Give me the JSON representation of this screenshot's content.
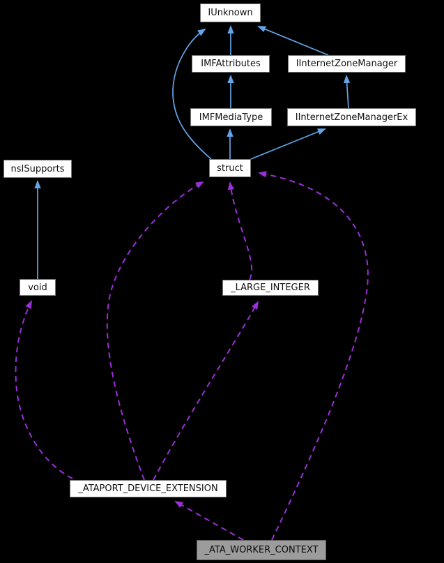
{
  "diagram": {
    "title": "collaboration graph for _ATA_WORKER_CONTEXT",
    "colors": {
      "background": "#000000",
      "node_fill": "#ffffff",
      "node_border": "#757575",
      "highlight_node_fill": "#9c9c9c",
      "highlight_node_border": "#606060",
      "inheritance_edge": "#63a5e8",
      "collaboration_edge": "#9b30d9",
      "text": "#111111"
    },
    "nodes": [
      {
        "id": "iunknown",
        "label": "IUnknown"
      },
      {
        "id": "imfattributes",
        "label": "IMFAttributes"
      },
      {
        "id": "iinternetzonemanager",
        "label": "IInternetZoneManager"
      },
      {
        "id": "imfmediatype",
        "label": "IMFMediaType"
      },
      {
        "id": "iinternetzonemanagerex",
        "label": "IInternetZoneManagerEx"
      },
      {
        "id": "nsisupports",
        "label": "nsISupports"
      },
      {
        "id": "struct",
        "label": "struct"
      },
      {
        "id": "void",
        "label": "void"
      },
      {
        "id": "large-integer",
        "label": "_LARGE_INTEGER"
      },
      {
        "id": "ataport-device-extension",
        "label": "_ATAPORT_DEVICE_EXTENSION"
      },
      {
        "id": "ata-worker-context",
        "label": "_ATA_WORKER_CONTEXT",
        "highlighted": true
      }
    ],
    "edges": [
      {
        "from": "IMFAttributes",
        "to": "IUnknown",
        "type": "inheritance"
      },
      {
        "from": "IInternetZoneManager",
        "to": "IUnknown",
        "type": "inheritance"
      },
      {
        "from": "IMFMediaType",
        "to": "IMFAttributes",
        "type": "inheritance"
      },
      {
        "from": "IInternetZoneManagerEx",
        "to": "IInternetZoneManager",
        "type": "inheritance"
      },
      {
        "from": "struct",
        "to": "IUnknown",
        "type": "inheritance"
      },
      {
        "from": "struct",
        "to": "IMFMediaType",
        "type": "inheritance"
      },
      {
        "from": "struct",
        "to": "IInternetZoneManagerEx",
        "type": "inheritance"
      },
      {
        "from": "void",
        "to": "nsISupports",
        "type": "inheritance"
      },
      {
        "from": "_ATAPORT_DEVICE_EXTENSION",
        "to": "struct",
        "type": "collaboration"
      },
      {
        "from": "_LARGE_INTEGER",
        "to": "struct",
        "type": "collaboration"
      },
      {
        "from": "_ATA_WORKER_CONTEXT",
        "to": "struct",
        "type": "collaboration"
      },
      {
        "from": "_ATAPORT_DEVICE_EXTENSION",
        "to": "_LARGE_INTEGER",
        "type": "collaboration"
      },
      {
        "from": "_ATAPORT_DEVICE_EXTENSION",
        "to": "void",
        "type": "collaboration"
      },
      {
        "from": "_ATA_WORKER_CONTEXT",
        "to": "_ATAPORT_DEVICE_EXTENSION",
        "type": "collaboration"
      }
    ]
  }
}
